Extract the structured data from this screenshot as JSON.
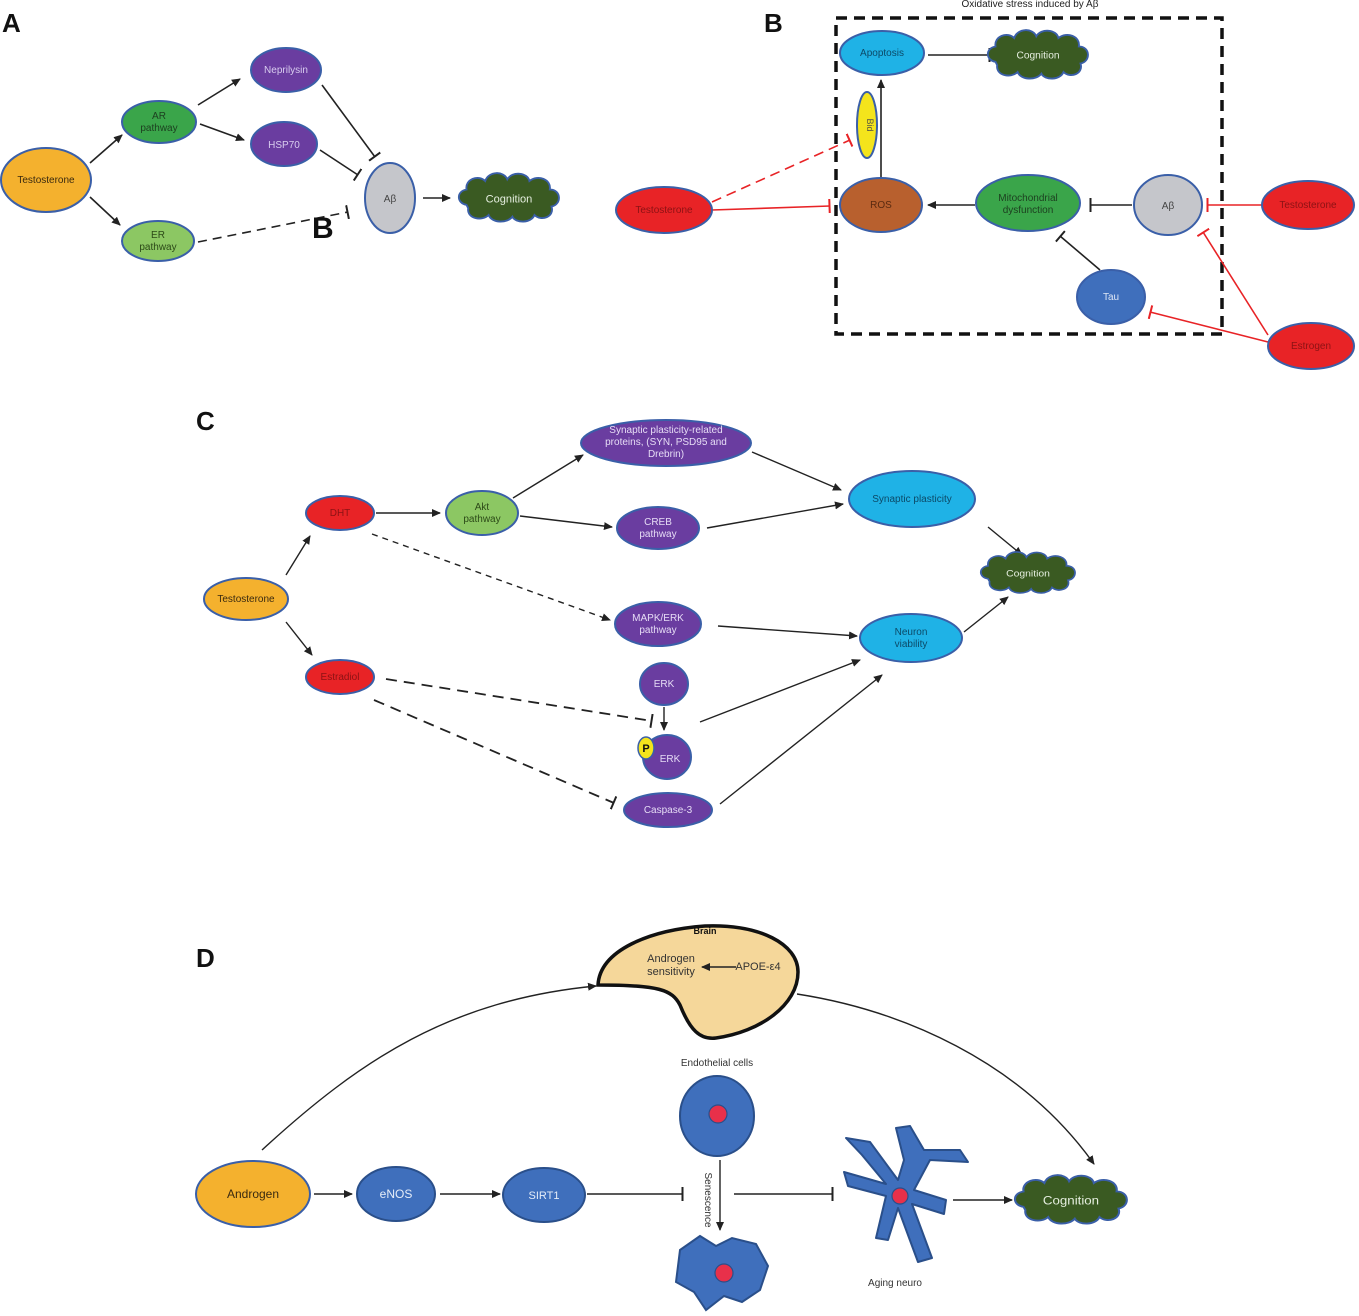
{
  "colors": {
    "orange": "#f4b12e",
    "green": "#3aa54a",
    "light_green": "#8cc763",
    "purple": "#6a3da0",
    "gray": "#c5c6cb",
    "red": "#e82326",
    "blue": "#3f6fbc",
    "cyan": "#1fb2e6",
    "brown": "#b8602e",
    "yellow": "#f4e41c",
    "cloud": "#3a5a22",
    "brain": "#f5d79a",
    "border": "#3a5fa8",
    "inhibit_red": "#e82326",
    "line": "#222222"
  },
  "panels": {
    "a": "A",
    "b": "B",
    "c": "C",
    "d": "D"
  },
  "panel_a": {
    "testosterone": "Testosterone",
    "ar_pathway": [
      "AR",
      "pathway"
    ],
    "er_pathway": [
      "ER",
      "pathway"
    ],
    "neprilysin": "Neprilysin",
    "hsp70": "HSP70",
    "abeta": "Aβ",
    "cognition": "Cognition",
    "stray_letter": "B"
  },
  "panel_b": {
    "box_title": "Oxidative stress induced by Aβ",
    "apoptosis": "Apoptosis",
    "cognition": "Cognition",
    "bid": "Bid",
    "ros": "ROS",
    "mitochondria": [
      "Mitochondrial",
      "dysfunction"
    ],
    "abeta": "Aβ",
    "tau": "Tau",
    "testosterone_left": "Testosterone",
    "testosterone_right": "Testosterone",
    "estrogen": "Estrogen"
  },
  "panel_c": {
    "testosterone": "Testosterone",
    "top_red": "DHT",
    "bottom_red": "Estradiol",
    "akt": [
      "Akt",
      "pathway"
    ],
    "synaptic_proteins": [
      "Synaptic plasticity-related",
      "proteins, (SYN, PSD95 and",
      "Drebrin)"
    ],
    "creb": [
      "CREB",
      "pathway"
    ],
    "mapk": [
      "MAPK/ERK",
      "pathway"
    ],
    "erk": "ERK",
    "p": "P",
    "perk": "ERK",
    "caspase": "Caspase-3",
    "synaptic_plasticity": "Synaptic plasticity",
    "neuron_viability": [
      "Neuron",
      "viability"
    ],
    "cognition": "Cognition"
  },
  "panel_d": {
    "brain": "Brain",
    "androgen_sensitivity": [
      "Androgen",
      "sensitivity"
    ],
    "apoe": "APOE-ε4",
    "endothelial": "Endothelial cells",
    "senescence": "Senescence",
    "androgen": "Androgen",
    "enos": "eNOS",
    "sirt1": "SIRT1",
    "aging_neuro": "Aging neuro",
    "cognition": "Cognition"
  }
}
